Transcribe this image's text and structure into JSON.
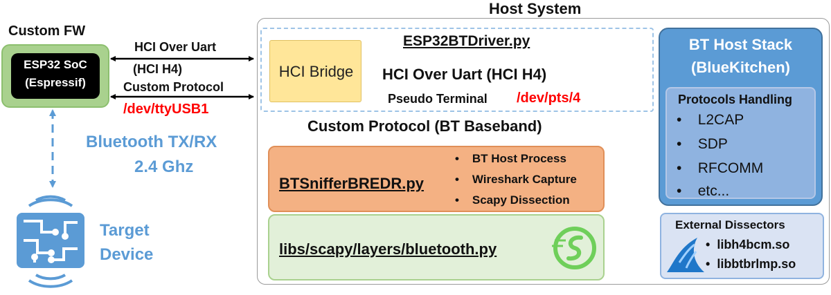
{
  "custom_fw": {
    "title": "Custom FW",
    "chip_line1": "ESP32 SoC",
    "chip_line2": "(Espressif)"
  },
  "left_links": {
    "hci_line1": "HCI Over Uart",
    "hci_line2": "(HCI H4)",
    "custom_protocol": "Custom Protocol",
    "serial_port": "/dev/ttyUSB1"
  },
  "radio": {
    "line1": "Bluetooth TX/RX",
    "line2": "2.4 Ghz"
  },
  "target": {
    "line1": "Target",
    "line2": "Device"
  },
  "host": {
    "title": "Host System",
    "driver_file": "ESP32BTDriver.py",
    "bridge_label": "HCI Bridge",
    "hci_link": "HCI Over Uart (HCI H4)",
    "pseudo_terminal": "Pseudo Terminal",
    "pts_path": "/dev/pts/4",
    "baseband_link": "Custom Protocol (BT Baseband)",
    "sniffer_file": "BTSnifferBREDR.py",
    "sniffer_bullets": [
      "BT Host Process",
      "Wireshark Capture",
      "Scapy Dissection"
    ],
    "scapy_file": "libs/scapy/layers/bluetooth.py"
  },
  "stack": {
    "title_line1": "BT Host Stack",
    "title_line2": "(BlueKitchen)",
    "protocols_title": "Protocols Handling",
    "protocols": [
      "L2CAP",
      "SDP",
      "RFCOMM",
      "etc..."
    ]
  },
  "dissectors": {
    "title": "External Dissectors",
    "items": [
      "libh4bcm.so",
      "libbtbrlmp.so"
    ]
  },
  "colors": {
    "green_box": "#a9d18e",
    "bridge_fill": "#ffe699",
    "sniffer_fill": "#f4b183",
    "stack_fill": "#5b9bd5",
    "accent_red": "#ff0000",
    "accent_blue": "#5b9bd5"
  }
}
